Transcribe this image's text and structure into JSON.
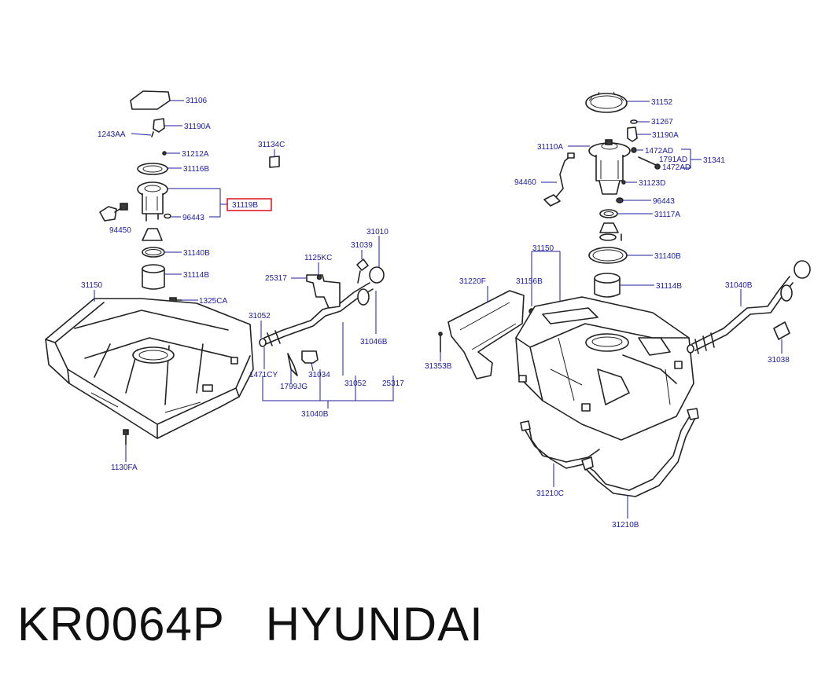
{
  "labels": {
    "p31106": "31106",
    "p31190A_l": "31190A",
    "p1243AA": "1243AA",
    "p31212A": "31212A",
    "p31116B": "31116B",
    "p31119B": "31119B",
    "p96443_l": "96443",
    "p94450": "94450",
    "p31140B_l": "31140B",
    "p31114B_l": "31114B",
    "p1325CA": "1325CA",
    "p31150_l": "31150",
    "p1130FA": "1130FA",
    "p31134C": "31134C",
    "p31010": "31010",
    "p31039": "31039",
    "p1125KC": "1125KC",
    "p25317_a": "25317",
    "p31052_a": "31052",
    "p31046B": "31046B",
    "p1471CY": "1471CY",
    "p1799JG": "1799JG",
    "p31034": "31034",
    "p31052_b": "31052",
    "p25317_b": "25317",
    "p31040B_l": "31040B",
    "p31152": "31152",
    "p31267": "31267",
    "p31190A_r": "31190A",
    "p31110A": "31110A",
    "p1472AD_a": "1472AD",
    "p1791AD": "1791AD",
    "p1472AD_b": "1472AD",
    "p31341": "31341",
    "p94460": "94460",
    "p31123D": "31123D",
    "p96443_r": "96443",
    "p31117A": "31117A",
    "p31150_r": "31150",
    "p31140B_r": "31140B",
    "p31220F": "31220F",
    "p31156B": "31156B",
    "p31114B_r": "31114B",
    "p31040B_r": "31040B",
    "p31038": "31038",
    "p31353B": "31353B",
    "p31210C": "31210C",
    "p31210B": "31210B"
  },
  "caption": "KR0064P   HYUNDAI",
  "colors": {
    "label": "#1c1c9c",
    "highlight": "#e0202a",
    "part_line": "#222222"
  }
}
